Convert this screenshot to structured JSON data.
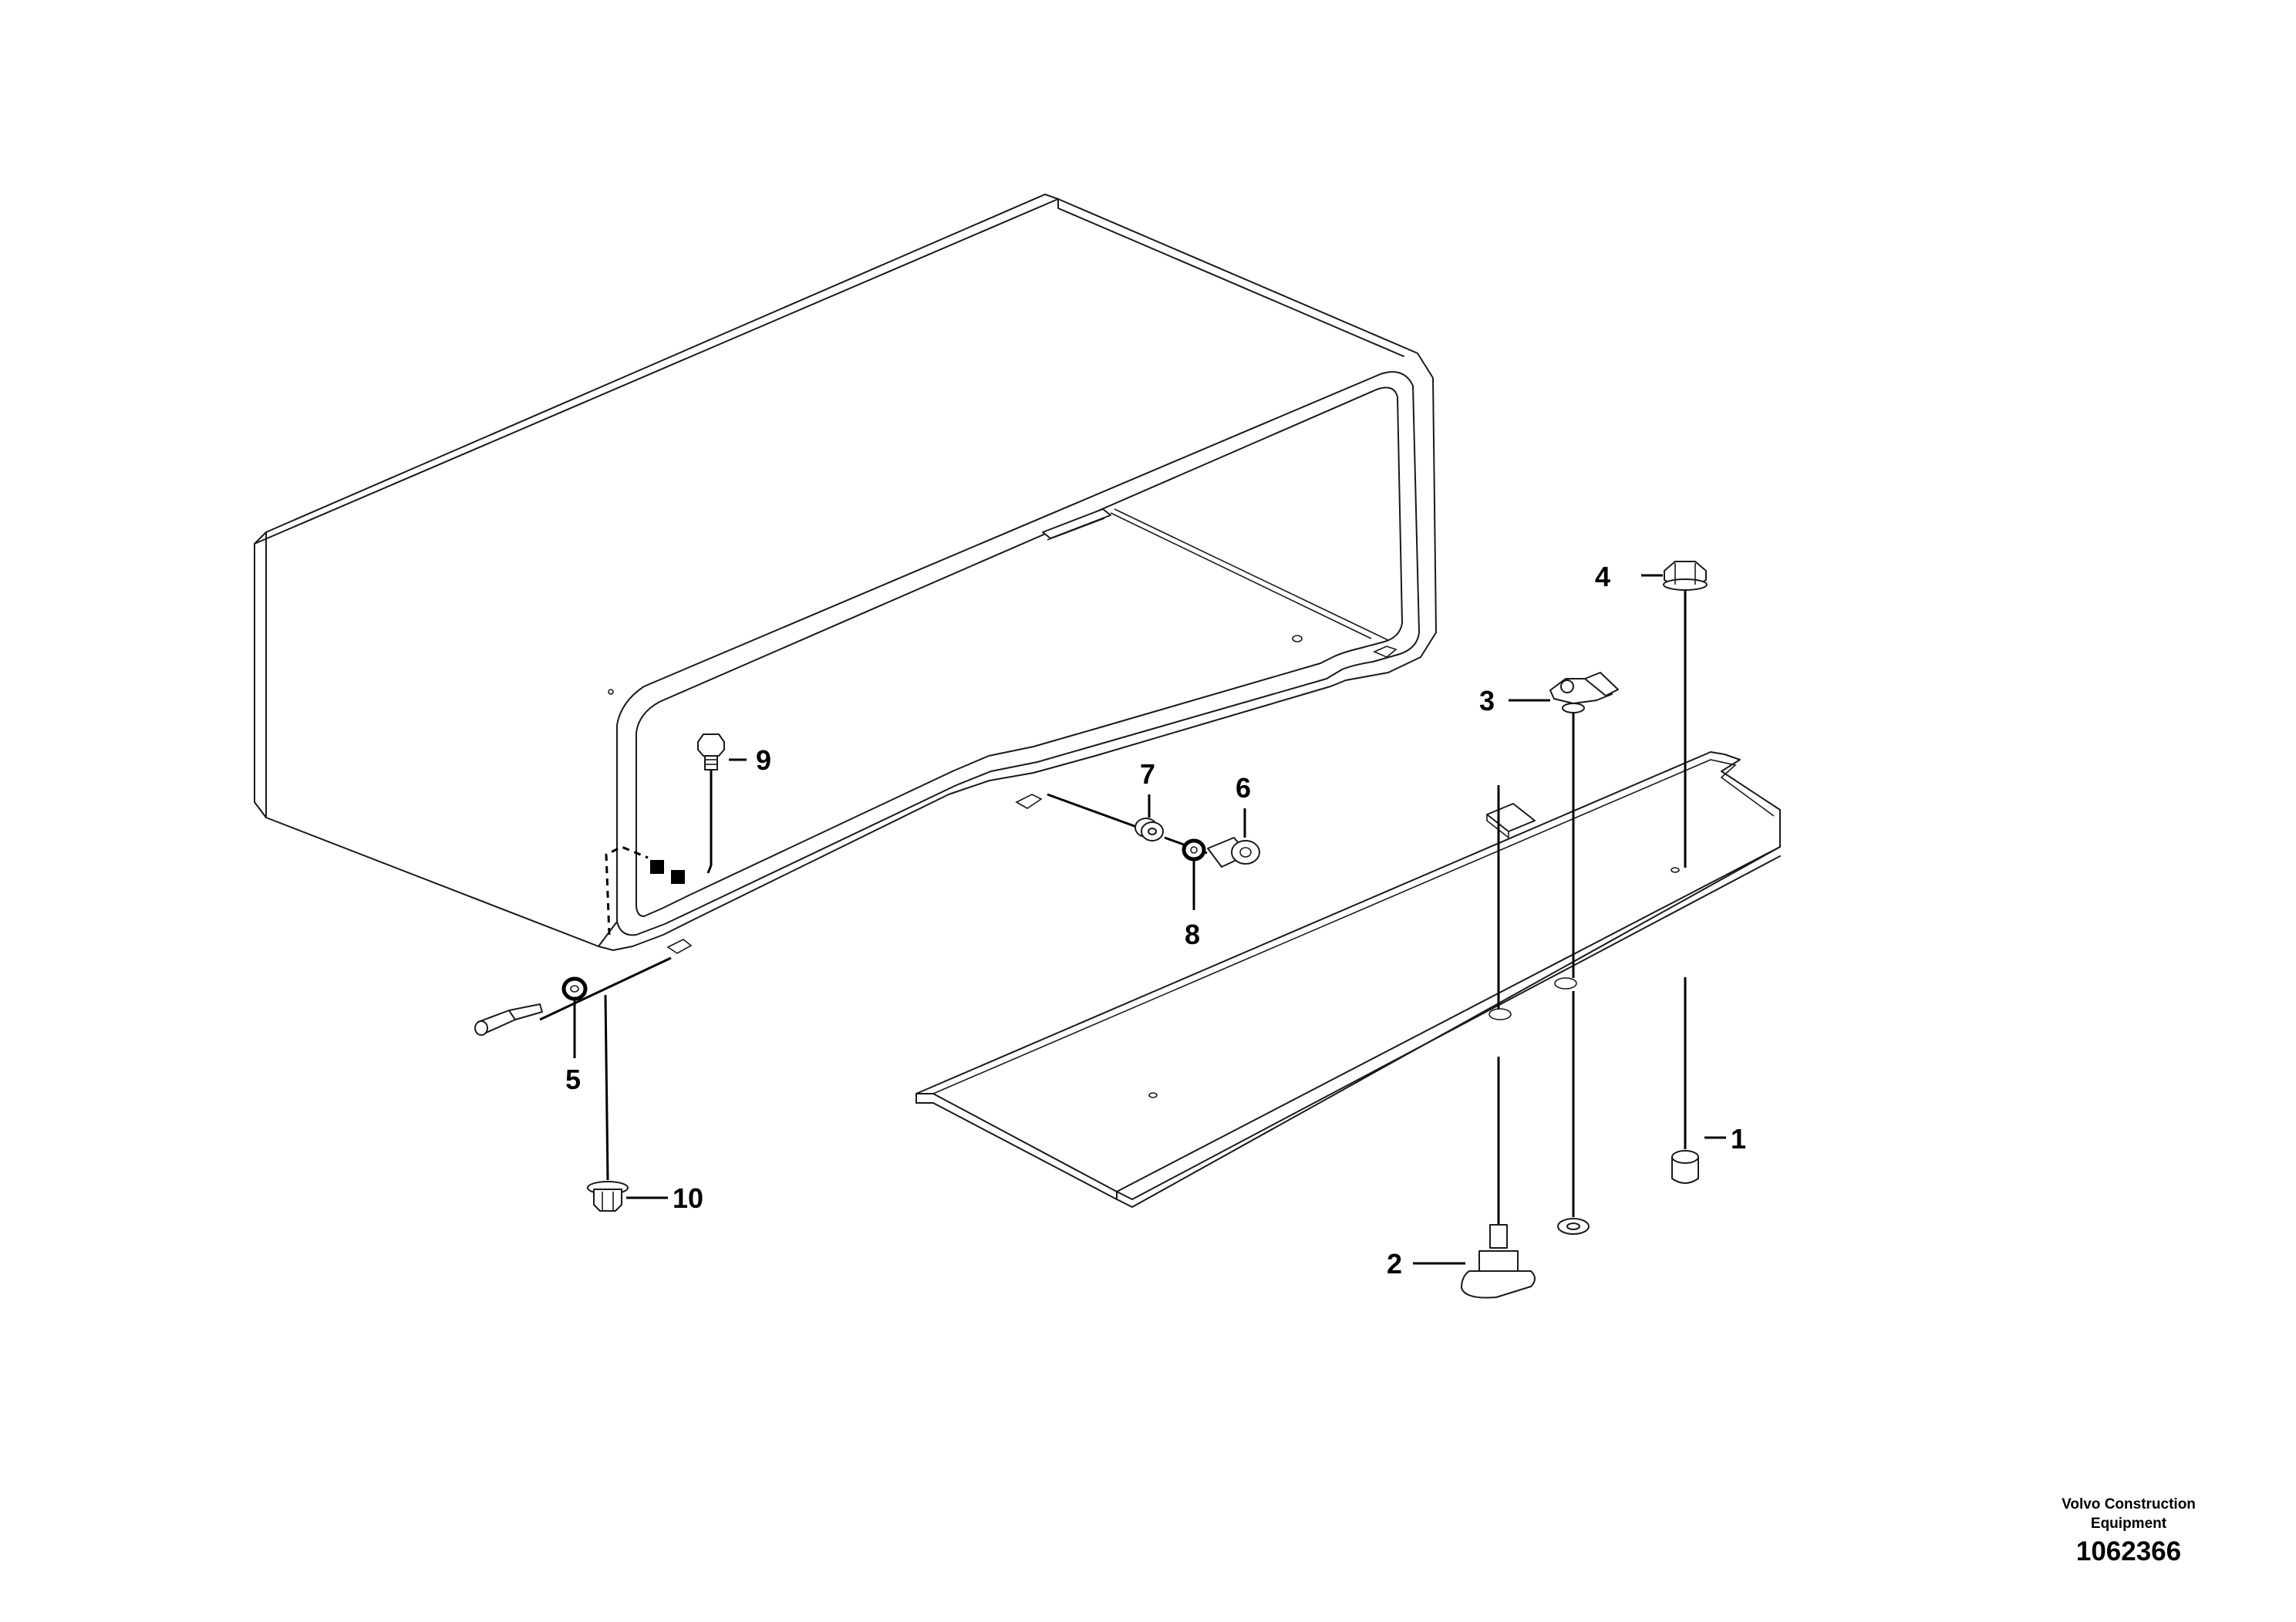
{
  "diagram": {
    "callouts": {
      "c1": "1",
      "c2": "2",
      "c3": "3",
      "c4": "4",
      "c5": "5",
      "c6": "6",
      "c7": "7",
      "c8": "8",
      "c9": "9",
      "c10": "10"
    }
  },
  "footer": {
    "brand": "Volvo Construction\nEquipment",
    "drawing_number": "1062366"
  }
}
